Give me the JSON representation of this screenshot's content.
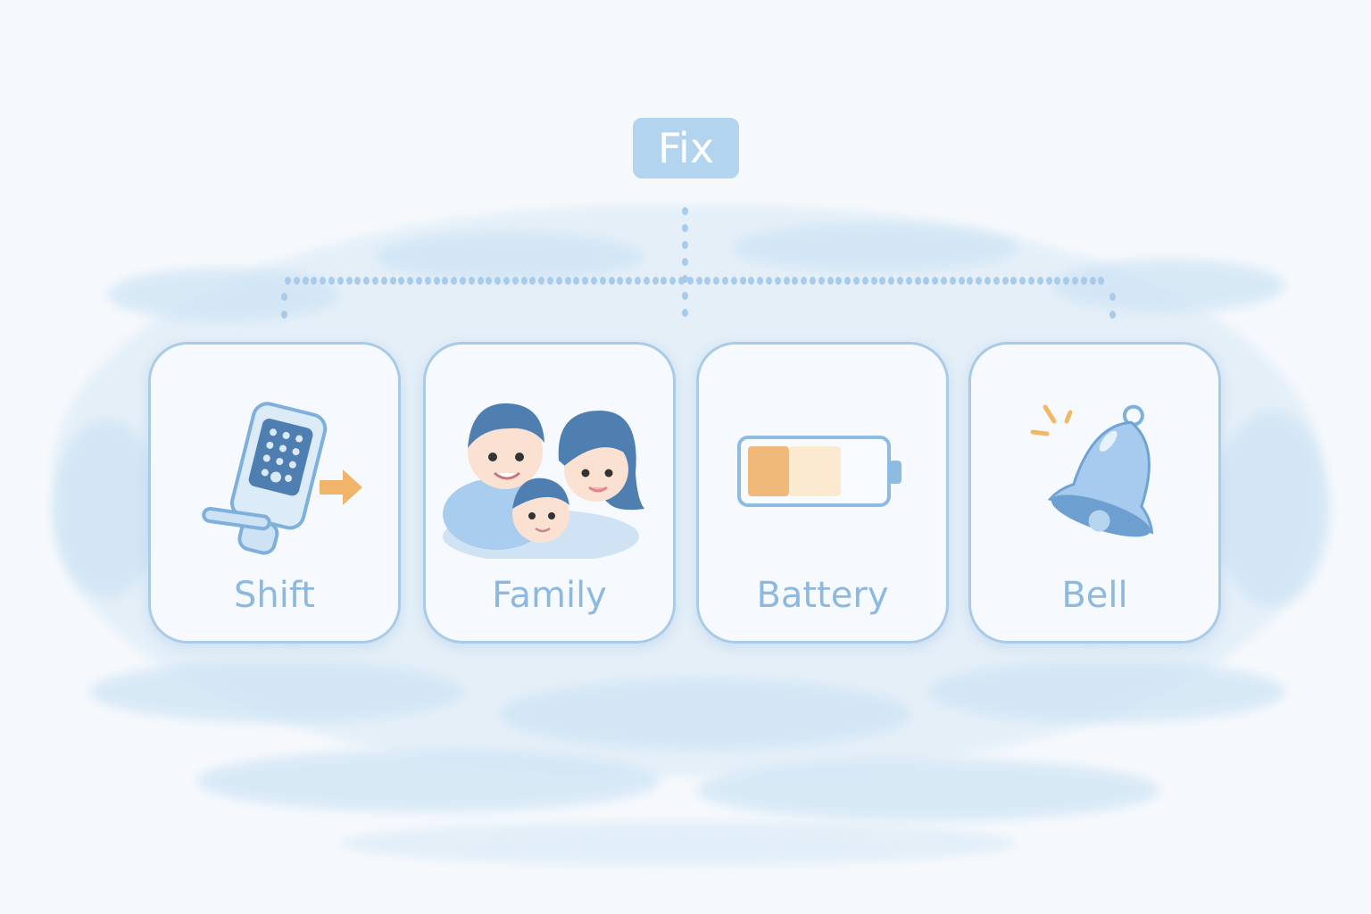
{
  "root": {
    "label": "Fix"
  },
  "children": [
    {
      "label": "Shift",
      "icon": "smart-lock-arrow-icon"
    },
    {
      "label": "Family",
      "icon": "family-icon"
    },
    {
      "label": "Battery",
      "icon": "battery-low-icon"
    },
    {
      "label": "Bell",
      "icon": "ringing-bell-icon"
    }
  ],
  "colors": {
    "background": "#f6f9fc",
    "wash": "#cfe4f5",
    "root_fill": "#b3d4ee",
    "card_border": "#a9cbe7",
    "label_text": "#8db8df",
    "accent_orange": "#f0b46a",
    "icon_blue": "#6fa3d4"
  }
}
